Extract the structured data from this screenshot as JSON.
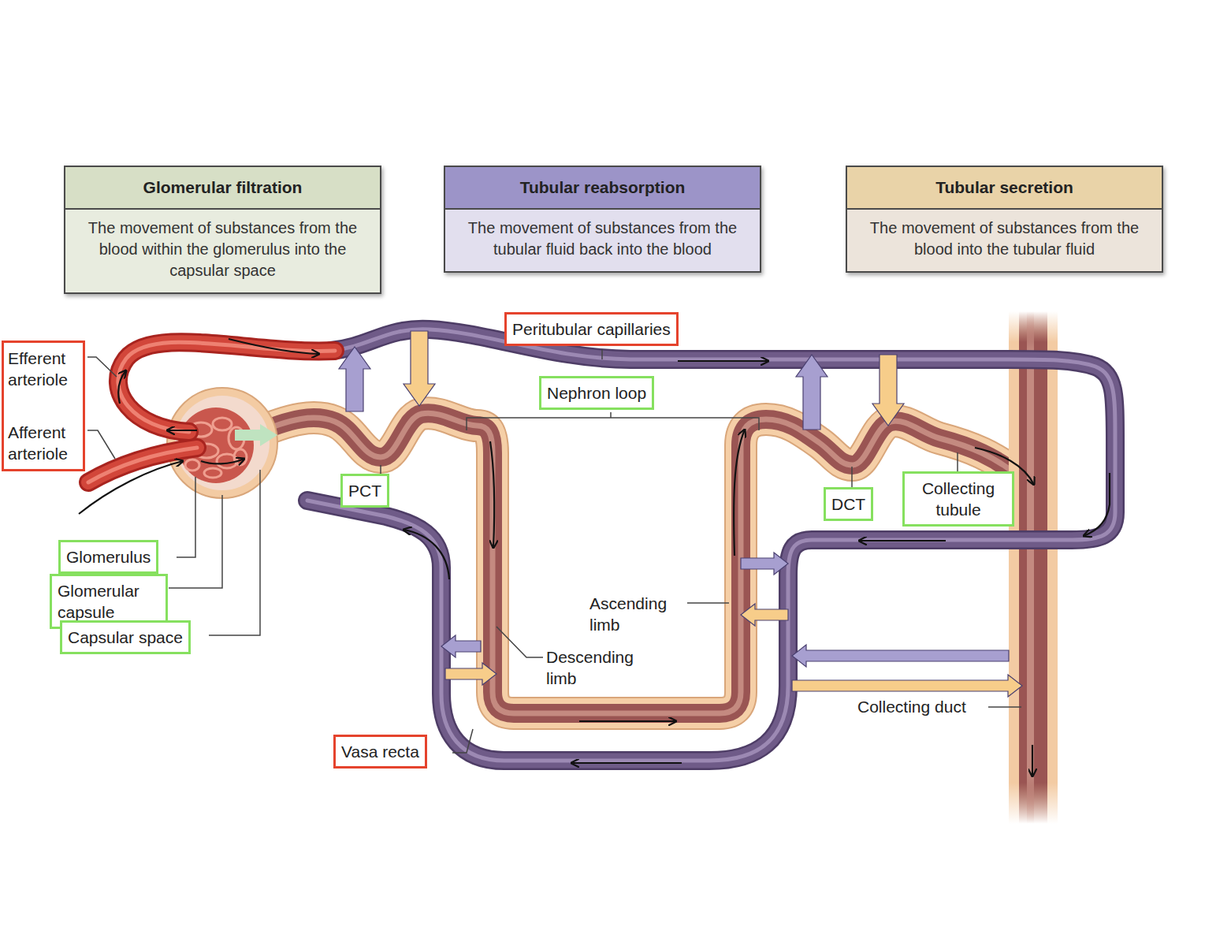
{
  "diagram": {
    "nodes": [
      {
        "text": [
          "Glomerular filtration",
          "The movement of substances from the blood within the glomerulus into the capsular space"
        ]
      },
      {
        "text": [
          "Tubular reabsorption",
          "The movement of substances from the tubular fluid back into the blood"
        ]
      },
      {
        "text": [
          "Tubular secretion",
          "The movement of substances from the blood into the tubular fluid"
        ]
      },
      {
        "text": [
          "Efferent arteriole",
          "Afferent arteriole"
        ]
      },
      {
        "text": [
          "Peritubular capillaries"
        ]
      },
      {
        "text": [
          "Nephron loop"
        ]
      },
      {
        "text": [
          "PCT"
        ]
      },
      {
        "text": [
          "DCT"
        ]
      },
      {
        "text": [
          "Collecting tubule"
        ]
      },
      {
        "text": [
          "Glomerulus"
        ]
      },
      {
        "text": [
          "Glomerular capsule"
        ]
      },
      {
        "text": [
          "Capsular space"
        ]
      },
      {
        "text": [
          "Vasa recta"
        ]
      }
    ],
    "labels": [
      "Ascending limb",
      "Descending limb",
      "Collecting duct"
    ]
  }
}
